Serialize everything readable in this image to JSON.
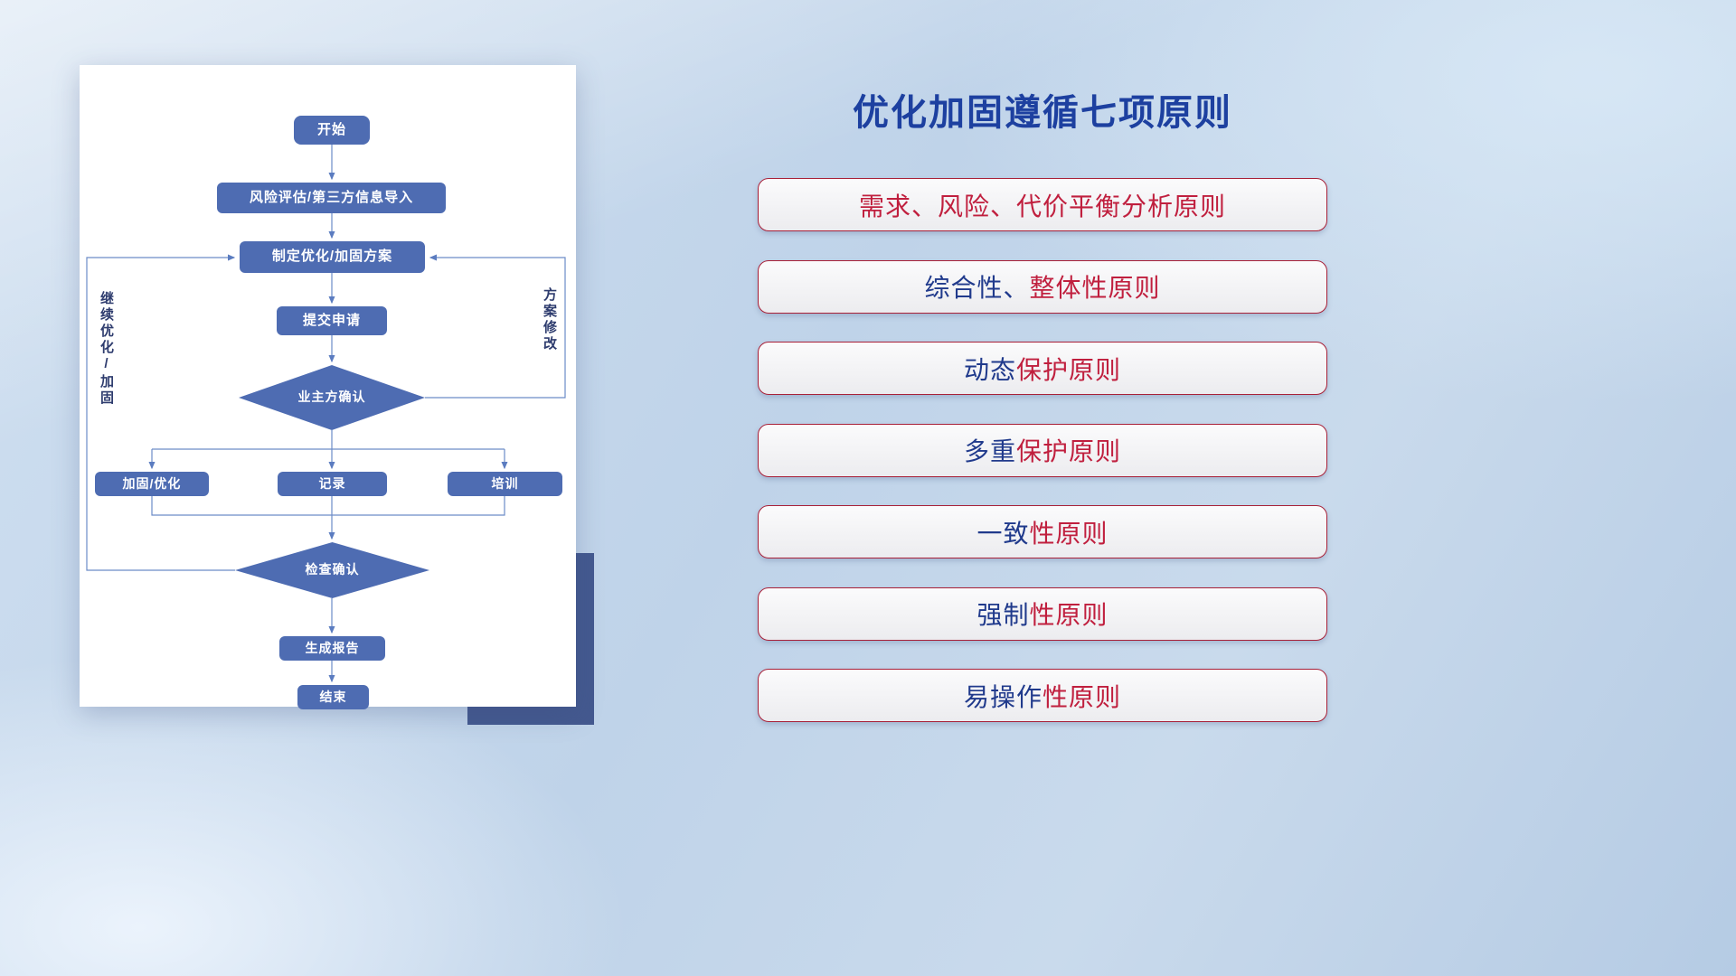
{
  "title": "优化加固遵循七项原则",
  "flowchart": {
    "nodes": {
      "start": "开始",
      "risk_import": "风险评估/第三方信息导入",
      "make_plan": "制定优化/加固方案",
      "submit": "提交申请",
      "owner_confirm": "业主方确认",
      "reinforce": "加固/优化",
      "record": "记录",
      "training": "培训",
      "check_confirm": "检查确认",
      "report": "生成报告",
      "end": "结束"
    },
    "labels": {
      "continue_loop": "继续优化/加固",
      "plan_revise": "方案修改"
    }
  },
  "principles": [
    {
      "blue": "",
      "red": "需求、风险、代价平衡分析原则"
    },
    {
      "blue": "综合性、",
      "red": "整体性原则"
    },
    {
      "blue": "动态",
      "red": "保护原则"
    },
    {
      "blue": "多重",
      "red": "保护原则"
    },
    {
      "blue": "一致",
      "red": "性原则"
    },
    {
      "blue": "强制",
      "red": "性原则"
    },
    {
      "blue": "易操作",
      "red": "性原则"
    }
  ],
  "colors": {
    "title_blue": "#1d40a0",
    "node_fill": "#4e6cb2",
    "principle_red": "#c01f3e",
    "principle_blue": "#203a8c"
  }
}
